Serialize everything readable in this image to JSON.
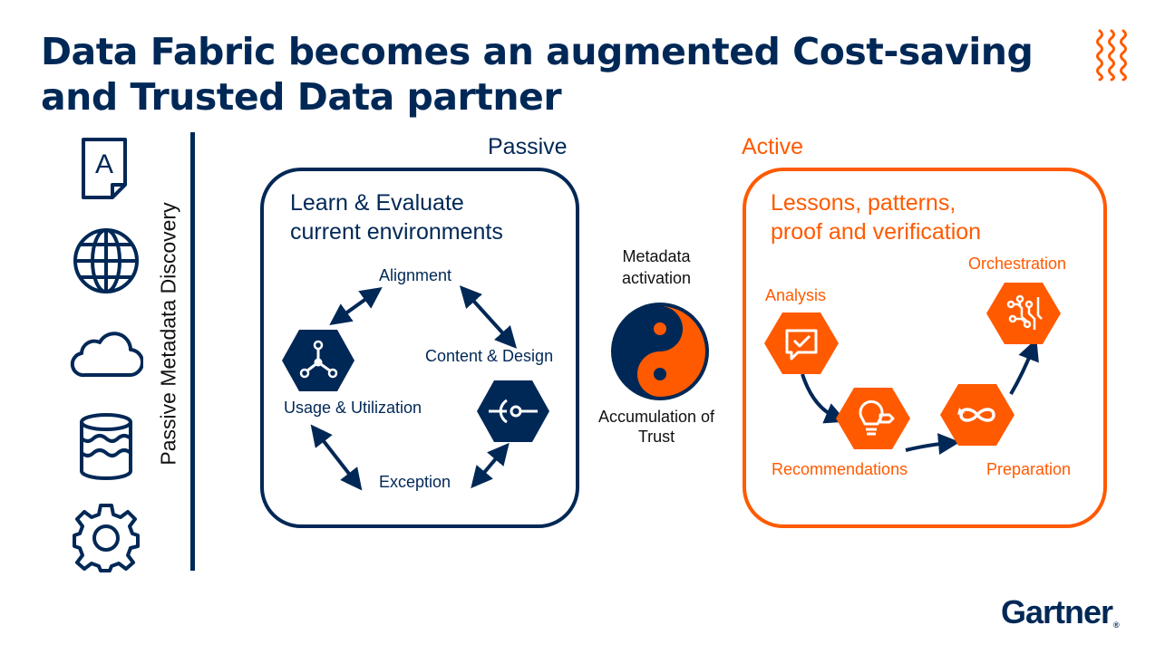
{
  "title": {
    "line1": "Data Fabric becomes an augmented Cost-saving",
    "line2": "and Trusted Data partner"
  },
  "left_icons": [
    "document-a-icon",
    "globe-icon",
    "cloud-icon",
    "database-icon",
    "gear-icon"
  ],
  "vertical_label": "Passive Metadata Discovery",
  "passive": {
    "heading": "Passive",
    "box_title_line1": "Learn & Evaluate",
    "box_title_line2": "current environments",
    "labels": {
      "alignment": "Alignment",
      "content_design": "Content & Design",
      "usage_utilization": "Usage & Utilization",
      "exception": "Exception"
    },
    "icons": [
      "network-hub-icon",
      "connector-icon"
    ]
  },
  "center": {
    "top_line1": "Metadata",
    "top_line2": "activation",
    "icon": "yin-yang-icon",
    "bottom_line1": "Accumulation of",
    "bottom_line2": "Trust"
  },
  "active": {
    "heading": "Active",
    "box_title_line1": "Lessons, patterns,",
    "box_title_line2": "proof and verification",
    "labels": {
      "analysis": "Analysis",
      "recommendations": "Recommendations",
      "preparation": "Preparation",
      "orchestration": "Orchestration"
    },
    "icons": [
      "chat-check-icon",
      "lightbulb-tag-icon",
      "infinity-cycle-icon",
      "circuit-icon"
    ]
  },
  "brand": {
    "name": "Gartner",
    "registered": "®"
  },
  "colors": {
    "navy": "#002856",
    "orange": "#ff5a00",
    "black": "#111111"
  }
}
